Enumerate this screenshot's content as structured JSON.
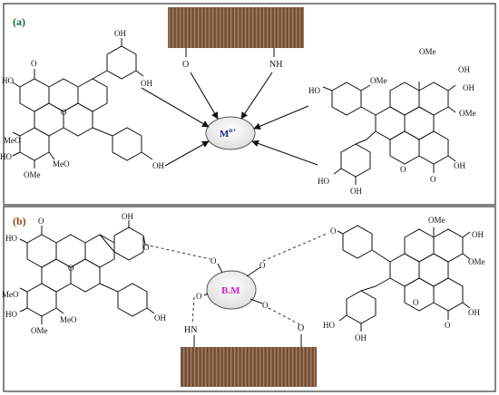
{
  "panel_a": {
    "label": "(a)",
    "center_label": "M",
    "center_label_sup": "n+",
    "fabric_left_group": "O",
    "fabric_right_group": "NH",
    "left_molecule": {
      "substituents": [
        "HO",
        "O",
        "O",
        "OH",
        "OH",
        "MeO",
        "HO",
        "MeO",
        "OMe",
        "OH"
      ]
    },
    "right_molecule": {
      "substituents": [
        "OMe",
        "OH",
        "HO",
        "OMe",
        "OH",
        "OMe",
        "O",
        "HO",
        "OH",
        "OH",
        "O"
      ]
    }
  },
  "panel_b": {
    "label": "(b)",
    "center_label": "B.M",
    "center_oxygens": [
      "O",
      "O",
      "O",
      "O"
    ],
    "fabric_left_group": "HN",
    "fabric_right_group": "O",
    "left_molecule": {
      "substituents": [
        "HO",
        "O",
        "O",
        "OH",
        "O",
        "MeO",
        "HO",
        "MeO",
        "OMe",
        "OH"
      ]
    },
    "right_molecule": {
      "substituents": [
        "O",
        "OMe",
        "OH",
        "OMe",
        "O",
        "HO",
        "OH",
        "OH",
        "O"
      ]
    }
  },
  "colors": {
    "panel_a_label": "#0a6b2e",
    "panel_b_label": "#8b4513",
    "metal_text": "#1a2a8c",
    "bm_text": "#d21ad2",
    "panel_border": "#333333",
    "fabric_base": "#8a6248"
  }
}
